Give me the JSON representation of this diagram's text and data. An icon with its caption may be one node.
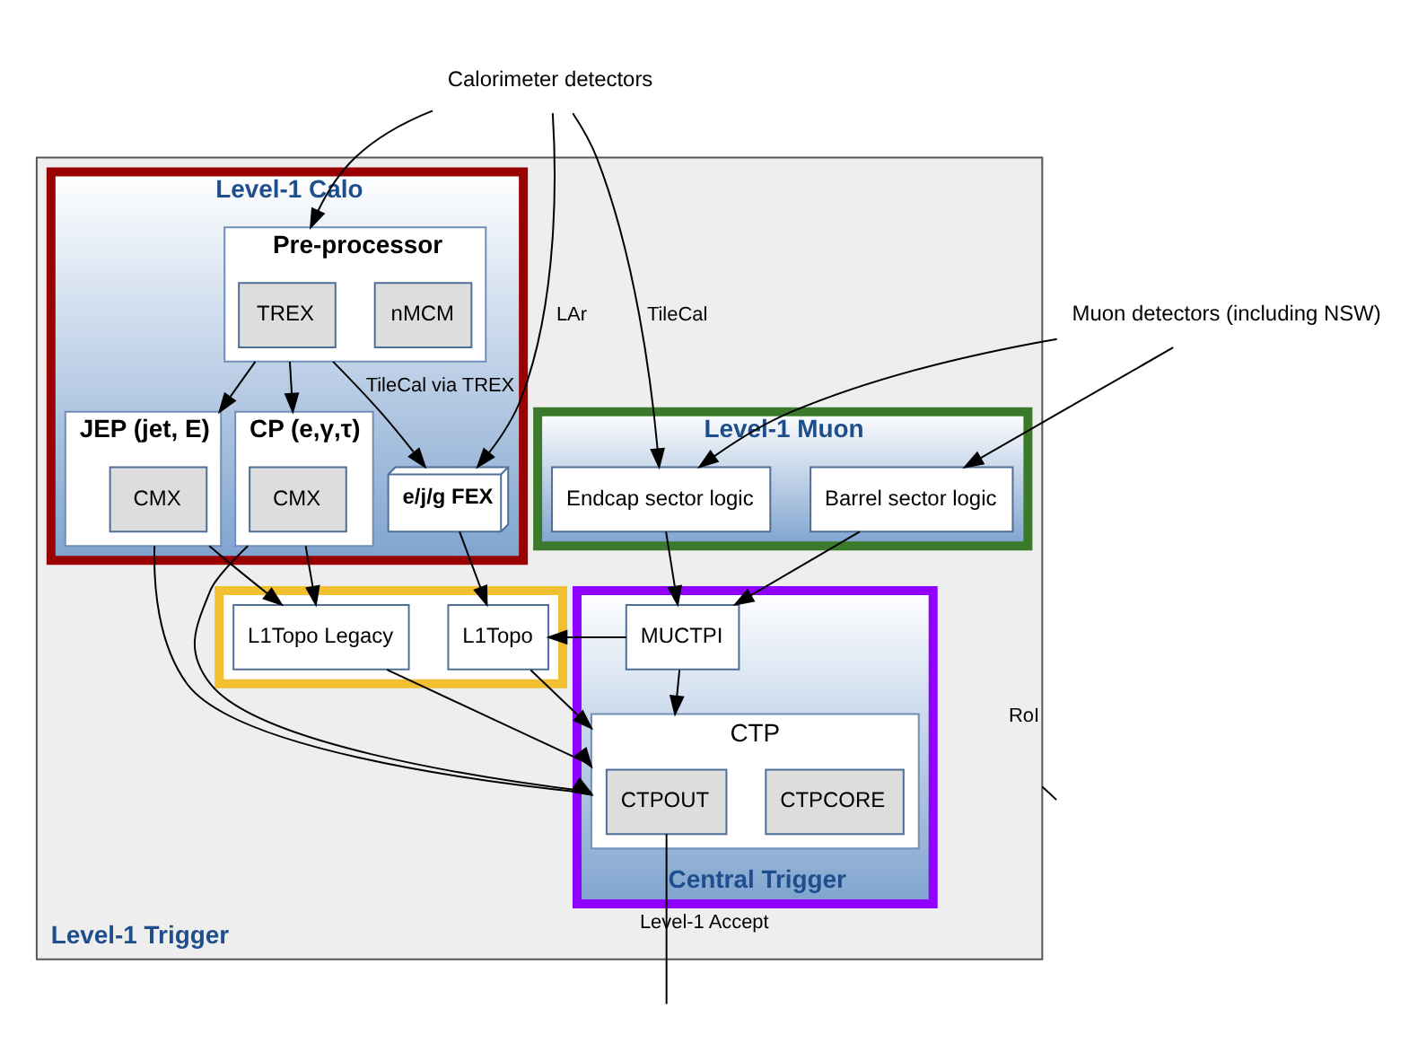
{
  "diagram": {
    "nodes": [
      {
        "text": [
          "Level-1 Trigger"
        ]
      },
      {
        "text": [
          "Level-1 Calo"
        ],
        "in": 0
      },
      {
        "text": [
          "Pre-processor"
        ],
        "in": 1
      },
      {
        "text": [
          "nMCM"
        ],
        "in": 2
      },
      {
        "text": [
          "TREX"
        ],
        "in": 2
      },
      {
        "text": [
          "CP (e,γ,τ)"
        ],
        "in": 1
      },
      {
        "text": [
          "CMX"
        ],
        "in": 5
      },
      {
        "text": [
          "JEP (jet, E)"
        ],
        "in": 1
      },
      {
        "text": [
          "CMX"
        ],
        "in": 7
      },
      {
        "text": [
          "e/j/g FEX"
        ],
        "in": 1
      },
      {
        "text": [
          "Level-1 Muon"
        ],
        "in": 0
      },
      {
        "text": [
          "Endcap sector logic"
        ],
        "in": 10
      },
      {
        "text": [
          "Barrel sector logic"
        ],
        "in": 10
      },
      {
        "text": [
          "Central Trigger"
        ],
        "in": 0
      },
      {
        "text": [
          "MUCTPI"
        ],
        "in": 13
      },
      {
        "text": [
          "CTP"
        ],
        "in": 13
      },
      {
        "text": [
          "CTPCORE"
        ],
        "in": 15
      },
      {
        "text": [
          "CTPOUT"
        ],
        "in": 15
      },
      {
        "text": [],
        "shape": "box",
        "in": 0
      },
      {
        "text": [
          "L1Topo Legacy"
        ],
        "in": 18
      },
      {
        "text": [
          "L1Topo"
        ],
        "in": 18
      },
      {
        "text": [
          "Calorimeter detectors"
        ]
      },
      {
        "text": [
          "Muon detectors (including NSW)"
        ]
      }
    ],
    "edges": [
      {
        "from": 21,
        "to": 2,
        "arrow": "to"
      },
      {
        "from": 21,
        "to": 9,
        "arrow": "to",
        "label": "LAr"
      },
      {
        "from": 21,
        "to": 11,
        "arrow": "to",
        "label": "TileCal"
      },
      {
        "from": 22,
        "to": 11,
        "arrow": "to"
      },
      {
        "from": 22,
        "to": 12,
        "arrow": "to"
      },
      {
        "from": 2,
        "to": 5,
        "arrow": "to"
      },
      {
        "from": 2,
        "to": 7,
        "arrow": "to"
      },
      {
        "from": 2,
        "to": 9,
        "arrow": "to",
        "label": "TileCal via TREX"
      },
      {
        "from": 11,
        "to": 14,
        "arrow": "to"
      },
      {
        "from": 12,
        "to": 14,
        "arrow": "to"
      },
      {
        "from": 9,
        "to": 20,
        "arrow": "to"
      },
      {
        "from": 14,
        "to": 20,
        "arrow": "to"
      },
      {
        "from": 14,
        "to": 15,
        "arrow": "to"
      },
      {
        "from": 5,
        "to": 19,
        "arrow": "to"
      },
      {
        "from": 7,
        "to": 19,
        "arrow": "to"
      },
      {
        "from": 20,
        "to": 15,
        "arrow": "to"
      },
      {
        "from": 19,
        "to": 15,
        "arrow": "to"
      },
      {
        "from": 7,
        "to": 15,
        "arrow": "to"
      },
      {
        "from": 5,
        "to": 15,
        "arrow": "to"
      },
      {
        "from": 17,
        "to": null,
        "arrow": "none",
        "label": "Level-1 Accept"
      },
      {
        "from": 0,
        "to": null,
        "arrow": "none",
        "label": "RoI"
      }
    ]
  }
}
